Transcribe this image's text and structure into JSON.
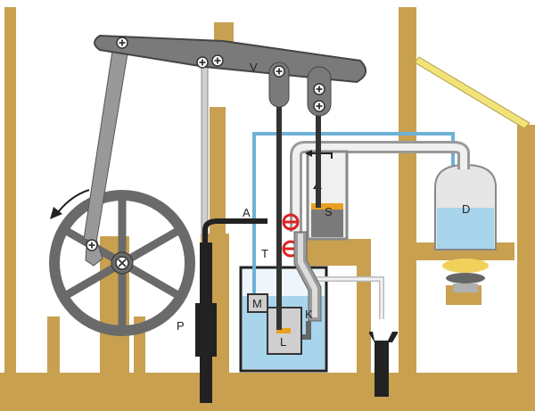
{
  "labels": {
    "beam": "V",
    "pipe": "A",
    "tap": "T",
    "cylinder": "S",
    "boiler": "D",
    "pump": "P",
    "air_pump": "M",
    "condenser": "K",
    "piston": "L"
  },
  "colors": {
    "wood": "#c8a050",
    "metal": "#7a7a7a",
    "metal_light": "#cfcfcf",
    "rod_dark": "#333333",
    "water": "#a8d4ec",
    "water_pipe": "#6fb1d6",
    "steam_light": "#f0f0f0",
    "valve_red": "#dd2222",
    "brass": "#e8a020",
    "flame": "#f1d15a"
  },
  "icons": {
    "flywheel_direction": "curved-arrow-icon",
    "steam_flow": "arrow-icon",
    "pivot": "screw-head-icon"
  }
}
